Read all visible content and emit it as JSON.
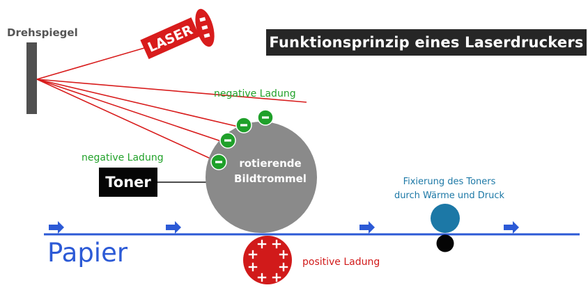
{
  "title": "Funktionsprinzip eines Laserdruckers",
  "mirror": {
    "label": "Drehspiegel"
  },
  "laser": {
    "label": "LASER"
  },
  "drum": {
    "label_line1": "rotierende",
    "label_line2": "Bildtrommel",
    "charge_label": "negative Ladung"
  },
  "toner": {
    "label": "Toner",
    "charge_label": "negative Ladung"
  },
  "transfer_roller": {
    "charge_label": "positive Ladung"
  },
  "fuser": {
    "label_line1": "Fixierung des Toners",
    "label_line2": "durch Wärme und Druck"
  },
  "paper": {
    "label": "Papier"
  },
  "colors": {
    "laser_red": "#d81c1c",
    "negative_green": "#1fa02a",
    "drum_gray": "#8a8a8a",
    "paper_blue": "#2c5ad6",
    "fuser_teal": "#1c78a6",
    "positive_red": "#d11a1a"
  },
  "icons": [
    "minus-charge-icon",
    "plus-charge-icon",
    "arrow-right-icon"
  ]
}
